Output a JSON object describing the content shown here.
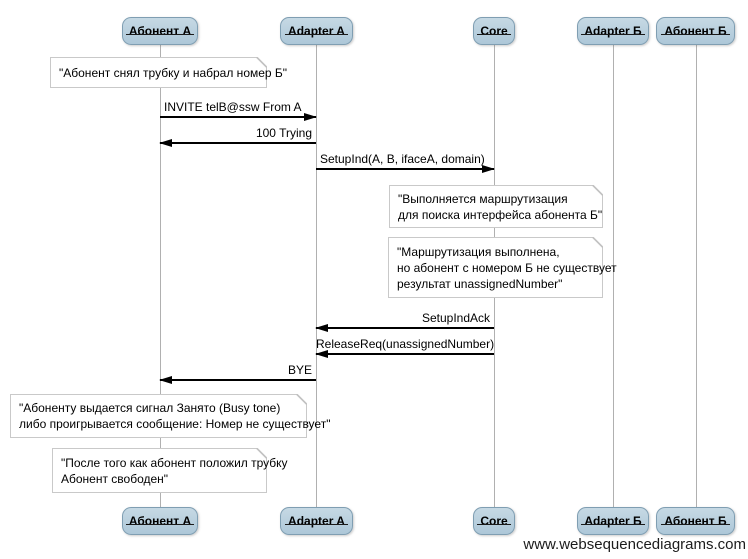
{
  "diagram": {
    "actors": [
      {
        "name": "Абонент А"
      },
      {
        "name": "Adapter A"
      },
      {
        "name": "Core"
      },
      {
        "name": "Adapter Б"
      },
      {
        "name": "Абонент Б"
      }
    ],
    "messages": [
      {
        "label": "INVITE telB@ssw From A",
        "from": "Абонент А",
        "to": "Adapter A",
        "direction": "right"
      },
      {
        "label": "100 Trying",
        "from": "Adapter A",
        "to": "Абонент А",
        "direction": "left"
      },
      {
        "label": "SetupInd(A, B, ifaceA, domain)",
        "from": "Adapter A",
        "to": "Core",
        "direction": "right"
      },
      {
        "label": "SetupIndAck",
        "from": "Core",
        "to": "Adapter A",
        "direction": "left"
      },
      {
        "label": "ReleaseReq(unassignedNumber)",
        "from": "Core",
        "to": "Adapter A",
        "direction": "left"
      },
      {
        "label": "BYE",
        "from": "Adapter A",
        "to": "Абонент А",
        "direction": "left"
      }
    ],
    "notes": [
      {
        "anchor": "Абонент А",
        "lines": [
          "\"Абонент снял трубку и набрал номер Б\""
        ]
      },
      {
        "anchor": "Core",
        "lines": [
          "\"Выполняется маршрутизация",
          "для поиска интерфейса абонента Б\""
        ]
      },
      {
        "anchor": "Core",
        "lines": [
          "\"Маршрутизация выполнена,",
          "но абонент с номером Б не существует",
          "результат unassignedNumber\""
        ]
      },
      {
        "anchor": "Абонент А",
        "lines": [
          "\"Абоненту выдается сигнал Занято (Busy tone)",
          "либо проигрывается сообщение: Номер не существует\""
        ]
      },
      {
        "anchor": "Абонент А",
        "lines": [
          "\"После того как абонент положил трубку",
          "Абонент свободен\""
        ]
      }
    ],
    "watermark": "www.websequencediagrams.com",
    "colors": {
      "actor_fill_top": "#c6d9e4",
      "actor_fill_bottom": "#adc7d8",
      "actor_border": "#7f9eb2",
      "note_border": "#c9c9c9",
      "lifeline": "#b0b0b0",
      "arrow": "#000000",
      "text": "#000000"
    }
  }
}
